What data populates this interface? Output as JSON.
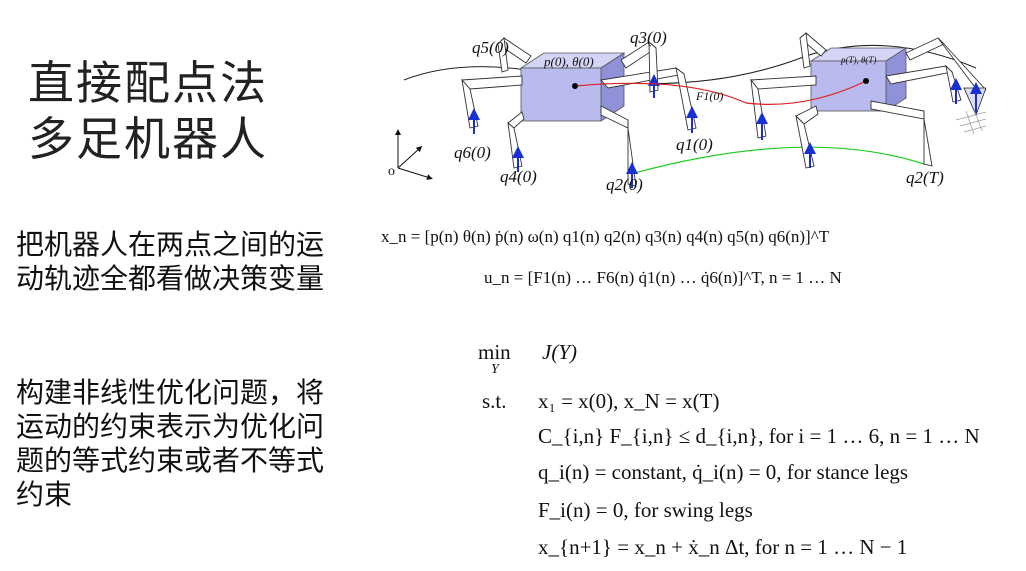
{
  "title": {
    "line1": "直接配点法",
    "line2": "多足机器人"
  },
  "desc1": {
    "line1": "把机器人在两点之间的运",
    "line2": "动轨迹全都看做决策变量"
  },
  "desc2": {
    "line1": "构建非线性优化问题，将",
    "line2": "运动的约束表示为优化问",
    "line3": "题的等式约束或者不等式",
    "line4": "约束"
  },
  "figure": {
    "labels": {
      "q5_0": "q5(0)",
      "q3_0": "q3(0)",
      "p_theta_0": "p(0), θ(0)",
      "p_theta_T": "p(T), θ(T)",
      "f1_0": "F1(0)",
      "q1_0": "q1(0)",
      "q6_0": "q6(0)",
      "q4_0": "q4(0)",
      "q2_0": "q2(0)",
      "q2_T": "q2(T)",
      "origin": "o"
    },
    "colors": {
      "body": "#b9bbef",
      "body_dark": "#8f92d8",
      "trajectory": "#e02020",
      "swing": "#22cc22",
      "force": "#1a2fd0"
    }
  },
  "equations": {
    "state": "x_n = [p(n)  θ(n)  ṗ(n)  ω(n)  q1(n)  q2(n)  q3(n)  q4(n)  q5(n)  q6(n)]^T",
    "control": "u_n = [F1(n) … F6(n)  q̇1(n) … q̇6(n)]^T, n = 1 … N"
  },
  "optimization": {
    "min": "min",
    "min_sub": "Y",
    "objective": "J(Y)",
    "st": "s.t.",
    "c1": "x₁ = x(0),  x_N = x(T)",
    "c2": "C_{i,n} F_{i,n} ≤ d_{i,n},  for i = 1 … 6, n = 1 … N",
    "c3": "q_i(n) = constant, q̇_i(n) = 0, for stance legs",
    "c4": "F_i(n) = 0, for swing legs",
    "c5": "x_{n+1} = x_n + ẋ_n Δt,  for n = 1 … N − 1"
  }
}
